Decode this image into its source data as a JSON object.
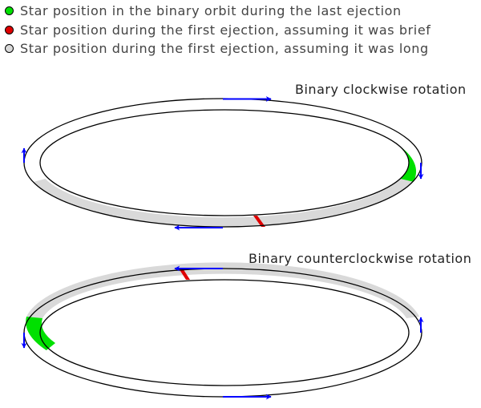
{
  "legend": {
    "items": [
      {
        "label": "Star position in the binary orbit during the last ejection",
        "color": "#00e000"
      },
      {
        "label": "Star position during the first ejection, assuming it was brief",
        "color": "#e00000"
      },
      {
        "label": "Star position during the first ejection, assuming it was long",
        "color": "#d9d9d9"
      }
    ]
  },
  "diagrams": {
    "top": {
      "caption": "Binary clockwise rotation"
    },
    "bottom": {
      "caption": "Binary counterclockwise rotation"
    }
  },
  "colors": {
    "orbit": "#000000",
    "arrow": "#0000ff",
    "green": "#00e000",
    "red": "#e00000",
    "gray": "#d9d9d9"
  }
}
